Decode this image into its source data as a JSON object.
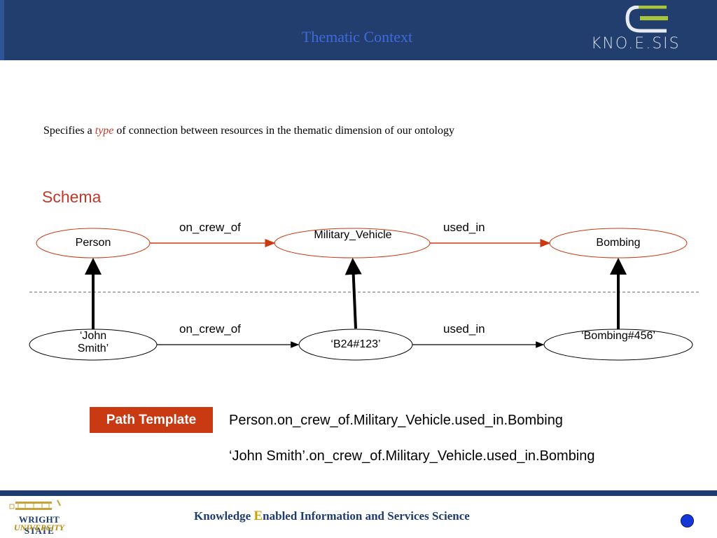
{
  "header": {
    "title": "Thematic Context"
  },
  "logo": {
    "text": "KNO.E.SIS"
  },
  "subtitle": {
    "before": "Specifies a ",
    "emphasis": "type",
    "after": " of connection between resources in the thematic dimension of our ontology"
  },
  "schema_label": "Schema",
  "diagram": {
    "schema_nodes": [
      "Person",
      "Military_Vehicle",
      "Bombing"
    ],
    "schema_edges": [
      "on_crew_of",
      "used_in"
    ],
    "instance_nodes": [
      "‘John Smith’",
      "‘B24#123’",
      "‘Bombing#456’"
    ],
    "instance_edges": [
      "on_crew_of",
      "used_in"
    ],
    "colors": {
      "schema_edge": "#c93a12",
      "schema_node_border": "#c93a12",
      "instance_edge": "#000000"
    }
  },
  "path_template": {
    "label": "Path Template",
    "line1": "Person.on_crew_of.Military_Vehicle.used_in.Bombing",
    "line2": "‘John Smith’.on_crew_of.Military_Vehicle.used_in.Bombing"
  },
  "footer": {
    "tagline_prefix": "Knowledge ",
    "tagline_highlight": "E",
    "tagline_suffix": "nabled Information and Services Science",
    "university_name": "WRIGHT STATE",
    "university_sub": "UNIVERSITY"
  }
}
